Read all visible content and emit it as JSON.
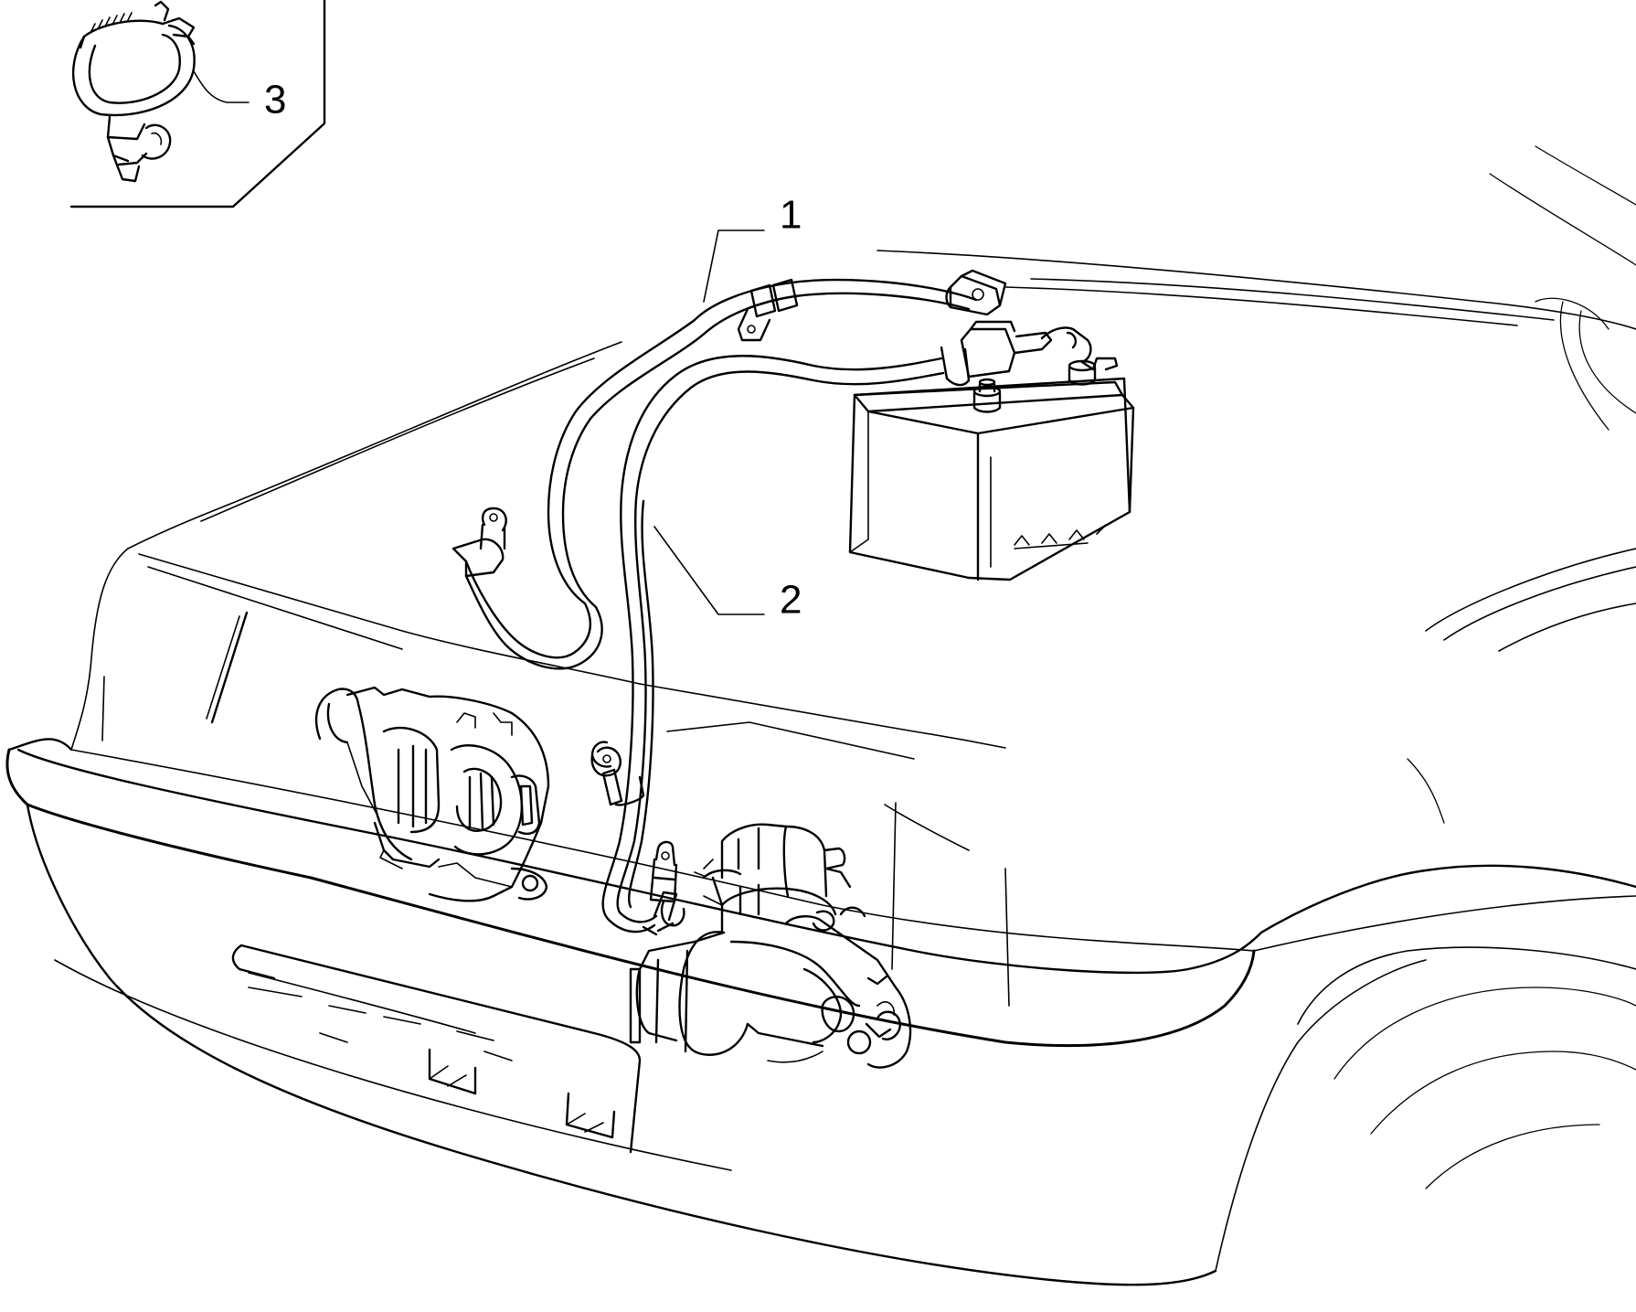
{
  "callouts": {
    "cable_1": "1",
    "cable_2": "2",
    "clip_3": "3"
  },
  "colors": {
    "line": "#000000",
    "background": "#ffffff"
  }
}
